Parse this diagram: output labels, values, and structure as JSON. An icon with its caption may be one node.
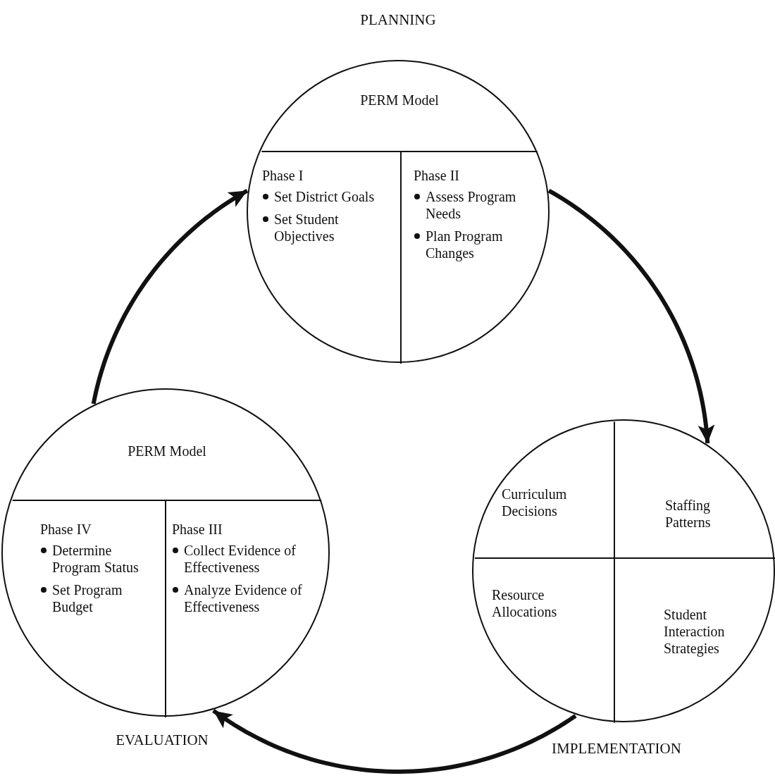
{
  "diagram": {
    "nodes": [
      {
        "text": [
          "PERM Model"
        ],
        "beside": [
          "PLANNING"
        ]
      },
      {
        "text": [
          "Phase I",
          "Set District Goals",
          "Set Student Objectives"
        ],
        "in": 0
      },
      {
        "text": [
          "Phase II",
          "Assess Program Needs",
          "Plan Program Changes"
        ],
        "in": 0
      },
      {
        "text": [],
        "shape": "circle",
        "beside": [
          "IMPLEMENTATION"
        ]
      },
      {
        "text": [
          "Curriculum Decisions"
        ],
        "in": 3
      },
      {
        "text": [
          "Staffing Patterns"
        ],
        "in": 3
      },
      {
        "text": [
          "Resource Allocations"
        ],
        "in": 3
      },
      {
        "text": [
          "Student Interaction Strategies"
        ],
        "in": 3
      },
      {
        "text": [
          "PERM Model"
        ],
        "beside": [
          "EVALUATION"
        ]
      },
      {
        "text": [
          "Phase IV",
          "Determine Program Status",
          "Set Program Budget"
        ],
        "in": 8
      },
      {
        "text": [
          "Phase III",
          "Collect Evidence of Effectiveness",
          "Analyze Evidence of Effectiveness"
        ],
        "in": 8
      }
    ],
    "edges": [
      {
        "from": 0,
        "to": 3,
        "arrow": "to"
      },
      {
        "from": 3,
        "to": 8,
        "arrow": "to"
      },
      {
        "from": 8,
        "to": 0,
        "arrow": "to"
      }
    ]
  }
}
